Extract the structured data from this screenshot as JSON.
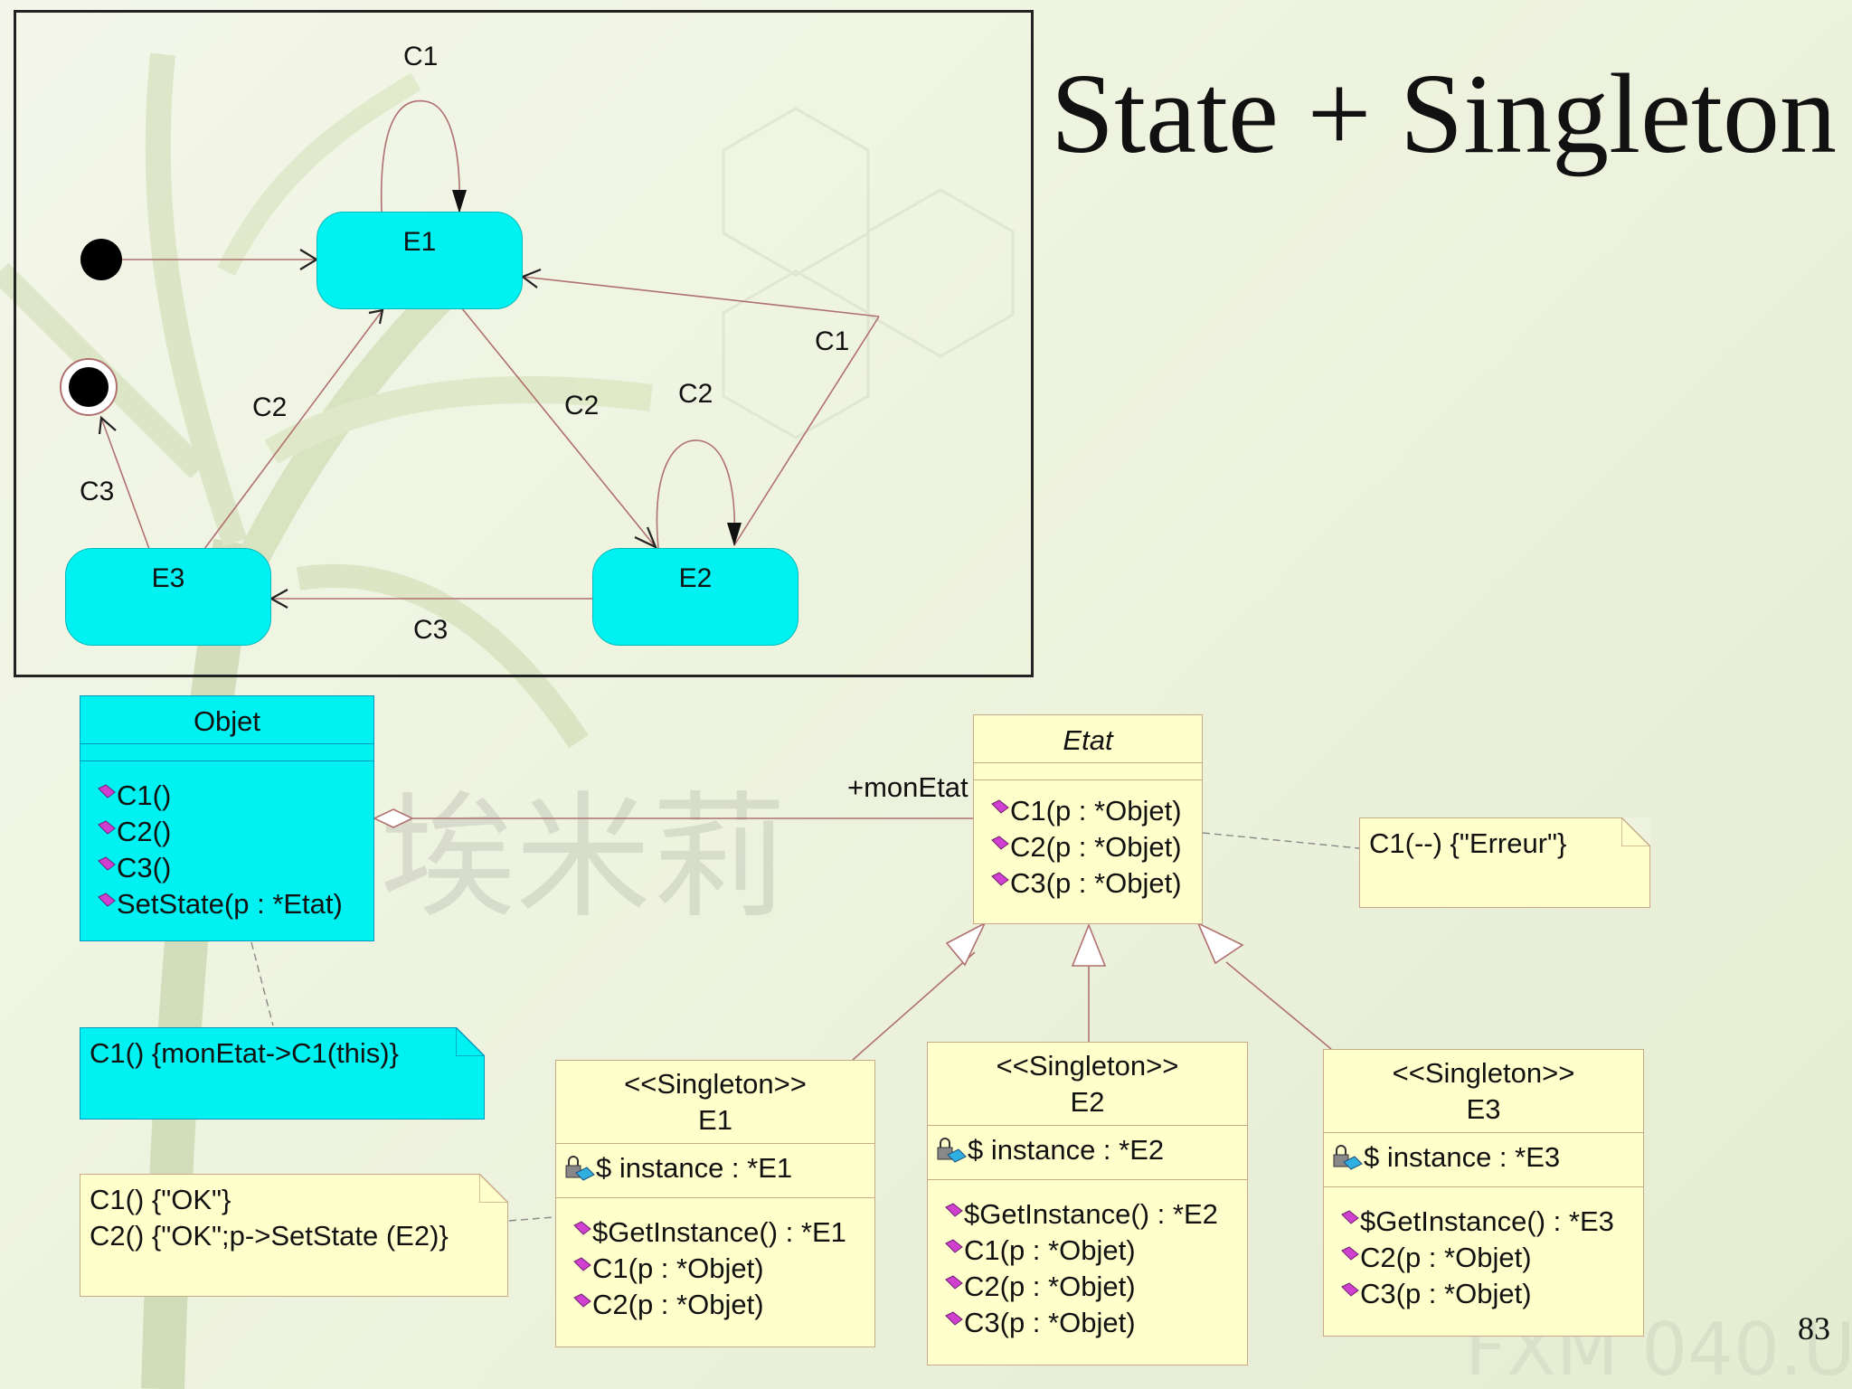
{
  "slide": {
    "title": "State + Singleton",
    "page_number": "83"
  },
  "statechart": {
    "states": {
      "e1": "E1",
      "e2": "E2",
      "e3": "E3"
    },
    "transitions": {
      "e1_self": "C1",
      "e1_to_e2": "C2",
      "e2_self": "C2",
      "e2_to_e1": "C1",
      "e2_to_e3": "C3",
      "e3_to_e1": "C2",
      "e3_to_final": "C3"
    }
  },
  "class_diagram": {
    "objet": {
      "name": "Objet",
      "operations": [
        "C1()",
        "C2()",
        "C3()",
        "SetState(p : *Etat)"
      ]
    },
    "association_label": "+monEtat",
    "etat": {
      "name": "Etat",
      "operations": [
        "C1(p : *Objet)",
        "C2(p : *Objet)",
        "C3(p : *Objet)"
      ]
    },
    "e1": {
      "stereotype": "<<Singleton>>",
      "name": "E1",
      "attribute": "$ instance : *E1",
      "operations": [
        "$GetInstance() : *E1",
        "C1(p : *Objet)",
        "C2(p : *Objet)"
      ]
    },
    "e2": {
      "stereotype": "<<Singleton>>",
      "name": "E2",
      "attribute": "$ instance : *E2",
      "operations": [
        "$GetInstance() : *E2",
        "C1(p : *Objet)",
        "C2(p : *Objet)",
        "C3(p : *Objet)"
      ]
    },
    "e3": {
      "stereotype": "<<Singleton>>",
      "name": "E3",
      "attribute": "$ instance : *E3",
      "operations": [
        "$GetInstance() : *E3",
        "C2(p : *Objet)",
        "C3(p : *Objet)"
      ]
    },
    "notes": {
      "etat_note": "C1(--) {\"Erreur\"}",
      "objet_note": "C1() {monEtat->C1(this)}",
      "e1_note_line1": "C1()  {\"OK\"}",
      "e1_note_line2": "C2() {\"OK\";p->SetState (E2)}"
    }
  },
  "background": {
    "watermark_text": "埃米莉",
    "corner_watermark": "FXM 040.U"
  },
  "colors": {
    "state_fill": "#00f1f1",
    "class_fill": "#ffffcc",
    "cyan_class_fill": "#00f1f1",
    "connector": "#b07070",
    "operation_icon": "#d040d0"
  }
}
